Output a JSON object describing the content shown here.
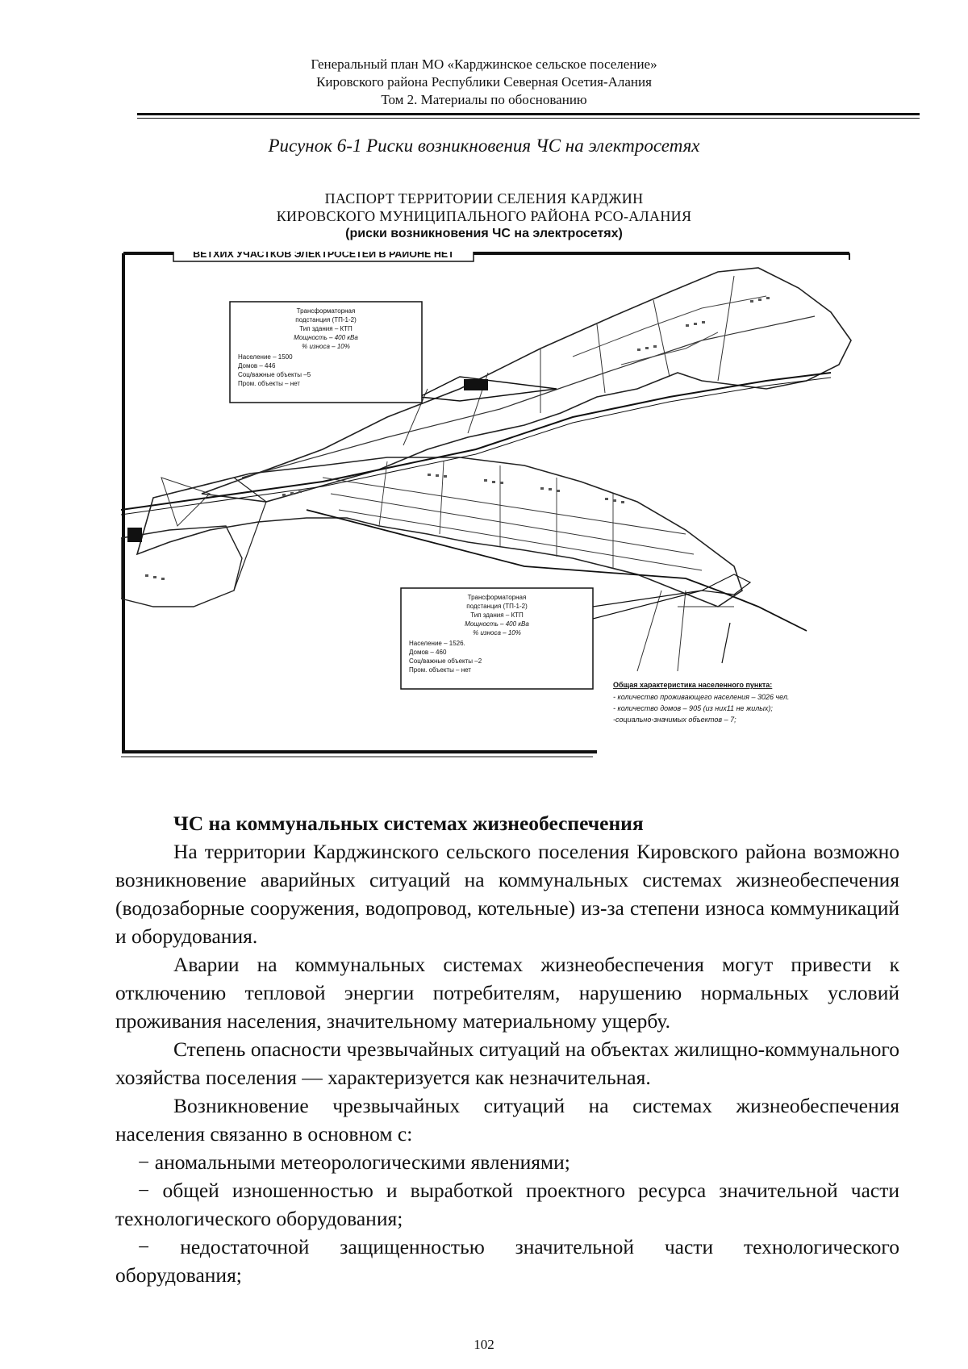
{
  "header": {
    "line1": "Генеральный план МО «Карджинское сельское поселение»",
    "line2": "Кировского района Республики Северная Осетия-Алания",
    "line3": "Том 2. Материалы по обоснованию"
  },
  "figure": {
    "caption": "Рисунок 6-1 Риски возникновения ЧС на электросетях",
    "title_line1": "ПАСПОРТ ТЕРРИТОРИИ СЕЛЕНИЯ КАРДЖИН",
    "title_line2": "КИРОВСКОГО МУНИЦИПАЛЬНОГО РАЙОНА РСО-АЛАНИЯ",
    "title_line3": "(риски возникновения ЧС на электросетях)",
    "notice": "ВЕТХИХ УЧАСТКОВ ЭЛЕКТРОСЕТЕЙ В РАЙОНЕ НЕТ",
    "box1": {
      "l1": "Трансформаторная",
      "l2": "подстанция (ТП-1-2)",
      "l3": "Тип здания – КТП",
      "l4": "Мощность – 400 кВа",
      "l5": "% износа – 10%",
      "l6": "Население – 1500",
      "l7": "Домов – 446",
      "l8": "Соц/важные объекты –5",
      "l9": "Пром. объекты – нет"
    },
    "box2": {
      "l1": "Трансформаторная",
      "l2": "подстанция (ТП-1-2)",
      "l3": "Тип здания – КТП",
      "l4": "Мощность – 400 кВа",
      "l5": "% износа – 10%",
      "l6": "Население – 1526.",
      "l7": "Домов – 460",
      "l8": "Соц/важные объекты –2",
      "l9": "Пром. объекты – нет"
    },
    "summary": {
      "title": "Общая характеристика населенного пункта:",
      "l1": "- количество проживающего населения – 3026 чел.",
      "l2": "- количество домов – 905 (из них11 не жилых);",
      "l3": "-социально-значимых объектов – 7;"
    }
  },
  "section": {
    "heading": "ЧС на коммунальных системах жизнеобеспечения",
    "p1": "На территории Карджинского сельского поселения Кировского района возможно возникновение аварийных ситуаций на коммунальных системах жизнеобеспечения (водозаборные сооружения, водопровод, котельные) из-за степени износа коммуникаций и оборудования.",
    "p2": "Аварии на коммунальных системах жизнеобеспечения могут привести к отключению тепловой энергии потребителям, нарушению нормальных условий проживания населения, значительному материальному ущербу.",
    "p3": "Степень опасности чрезвычайных ситуаций на объектах жилищно-коммунального хозяйства поселения — характеризуется как незначительная.",
    "p4": "Возникновение чрезвычайных ситуаций на системах жизнеобеспечения населения связанно в основном с:",
    "d1": "− аномальными метеорологическими явлениями;",
    "d2": "− общей изношенностью и выработкой проектного ресурса значительной части технологического оборудования;",
    "d3": "− недостаточной защищенностью значительной части технологического оборудования;"
  },
  "page_number": "102"
}
